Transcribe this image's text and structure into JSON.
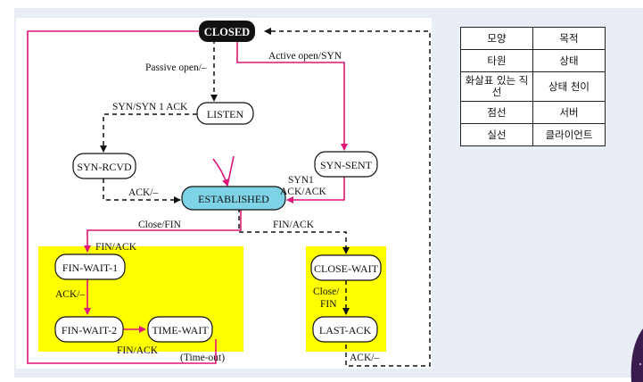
{
  "diagram": {
    "states": {
      "closed": "CLOSED",
      "listen": "LISTEN",
      "syn_rcvd": "SYN-RCVD",
      "syn_sent": "SYN-SENT",
      "established": "ESTABLISHED",
      "fin_wait_1": "FIN-WAIT-1",
      "fin_wait_2": "FIN-WAIT-2",
      "time_wait": "TIME-WAIT",
      "close_wait": "CLOSE-WAIT",
      "last_ack": "LAST-ACK"
    },
    "transitions": {
      "passive_open": "Passive open/–",
      "active_open": "Active open/SYN",
      "syn_synack": "SYN/SYN 1 ACK",
      "ack_dash": "ACK/–",
      "syn1": "SYN1",
      "ack_ack": "ACK/ACK",
      "close_fin": "Close/FIN",
      "fin_ack_left": "FIN/ACK",
      "fin_ack_right": "FIN/ACK",
      "ack_dash_fw": "ACK/–",
      "fin_ack_bottom": "FIN/ACK",
      "time_out": "(Time-out)",
      "close_slash": "Close/",
      "fin": "FIN",
      "ack_dash_last": "ACK/–"
    },
    "colors": {
      "client": "#e0147a",
      "server": "#111111",
      "established_fill": "#7fd3e6",
      "highlight_box": "#ffff00",
      "closed_fill": "#111111"
    }
  },
  "legend": {
    "headers": [
      "모양",
      "목적"
    ],
    "rows": [
      [
        "타원",
        "상태"
      ],
      [
        "화살표 있는 직선",
        "상태 천이"
      ],
      [
        "점선",
        "서버"
      ],
      [
        "실선",
        "클라이언트"
      ]
    ]
  }
}
